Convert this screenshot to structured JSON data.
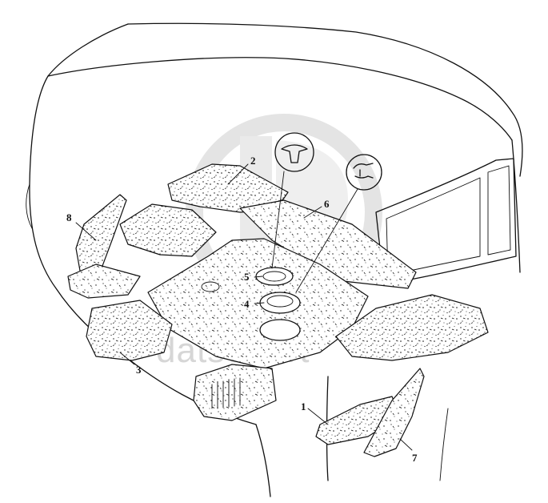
{
  "watermark": {
    "text": "datsopart"
  },
  "callouts": [
    {
      "id": "1",
      "label": "1"
    },
    {
      "id": "2",
      "label": "2"
    },
    {
      "id": "3",
      "label": "3"
    },
    {
      "id": "4",
      "label": "4"
    },
    {
      "id": "5",
      "label": "5"
    },
    {
      "id": "6",
      "label": "6"
    },
    {
      "id": "7",
      "label": "7"
    },
    {
      "id": "8",
      "label": "8"
    }
  ],
  "colors": {
    "line": "#111111",
    "watermark": "#d6d6d6",
    "background": "#ffffff"
  }
}
